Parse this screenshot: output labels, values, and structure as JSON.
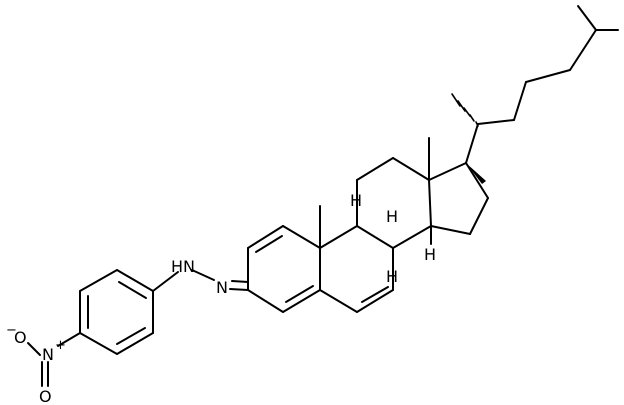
{
  "atoms": {
    "hn_label": "HN",
    "n_imine": "N",
    "n_nitro": "N",
    "o_minus": "O",
    "o_minus_charge": "−",
    "o_double": "O",
    "h_c8": "H",
    "h_c9": "H",
    "h_c14": "H",
    "h_c17": "H",
    "n_plus": "+"
  },
  "colors": {
    "ink": "#000000",
    "background": "#ffffff"
  }
}
